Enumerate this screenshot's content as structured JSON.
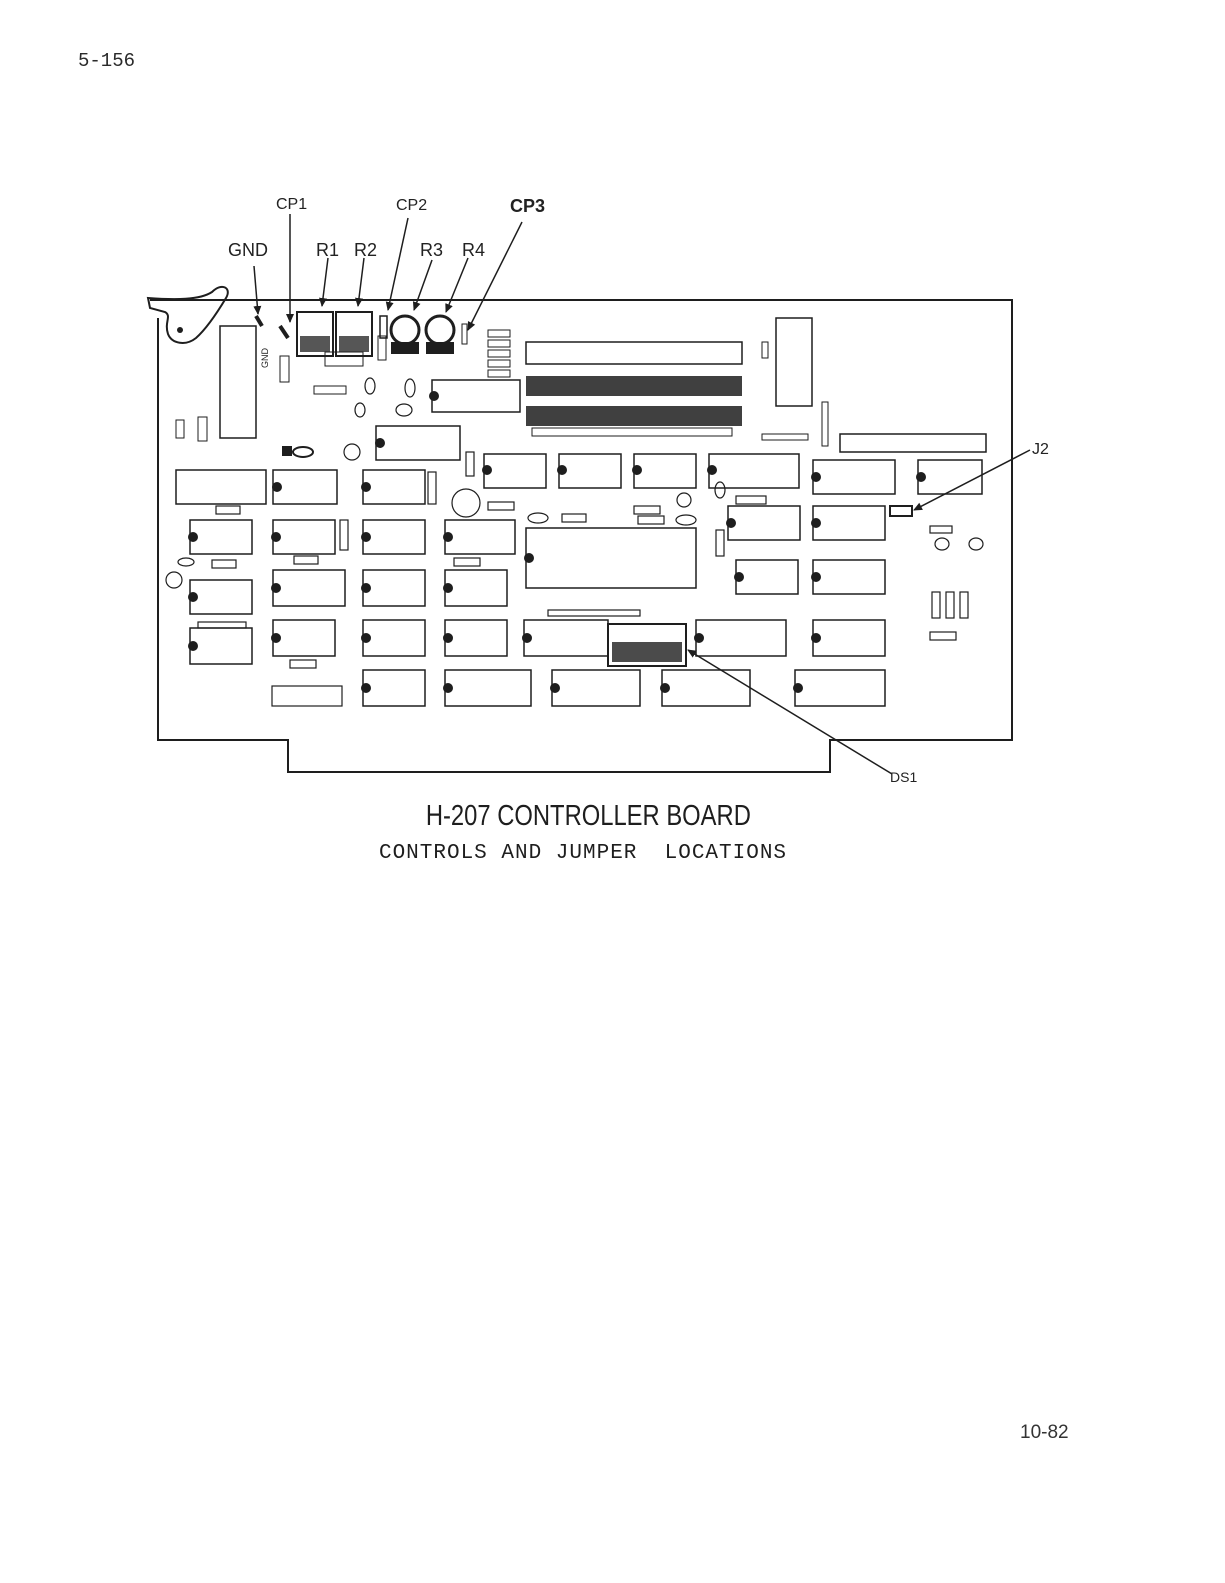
{
  "header": {
    "page_number": "5-156"
  },
  "figure": {
    "callouts": {
      "gnd": "GND",
      "cp1": "CP1",
      "r1": "R1",
      "r2": "R2",
      "cp2": "CP2",
      "r3": "R3",
      "r4": "R4",
      "cp3": "CP3",
      "j2": "J2",
      "ds1": "DS1"
    },
    "silkscreen": {
      "gnd": "GND"
    }
  },
  "caption": {
    "title": "H-207 CONTROLLER BOARD",
    "subtitle": "CONTROLS AND JUMPER  LOCATIONS"
  },
  "footer": {
    "revision": "10-82"
  },
  "colors": {
    "ink": "#1e1e1e",
    "paper": "#ffffff"
  }
}
